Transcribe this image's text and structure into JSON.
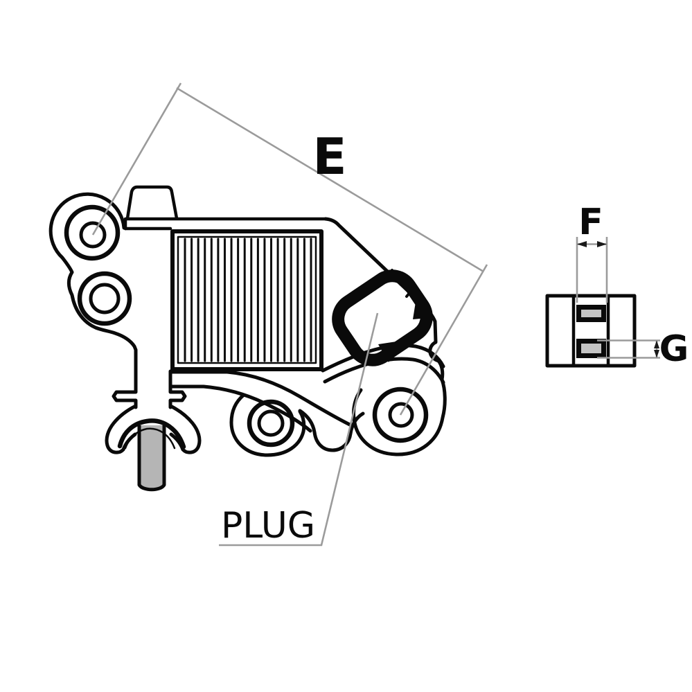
{
  "figure": {
    "type": "technical-line-drawing",
    "description": "Voltage regulator part drawing: main side profile with plug connector callout plus small end view with terminal slots"
  },
  "labels": {
    "dim_e": "E",
    "dim_f": "F",
    "dim_g": "G",
    "plug": "PLUG"
  },
  "colors": {
    "ink": "#0a0a0a",
    "dimension_gray": "#9b9b9b",
    "rod_gray": "#b5b5b5",
    "terminal_gray": "#c4c4c4",
    "arrow_dark": "#1a1a1a",
    "background": "#ffffff"
  },
  "heatsink": {
    "fin_count": 20
  }
}
